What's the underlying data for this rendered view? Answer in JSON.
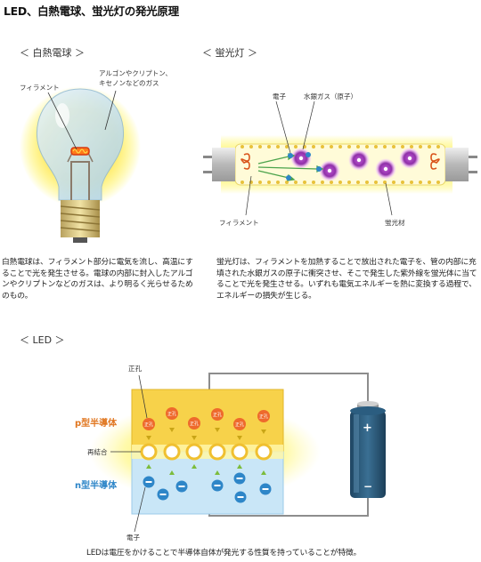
{
  "page_title": "LED、白熱電球、蛍光灯の発光原理",
  "incandescent": {
    "heading": "＜ 白熱電球 ＞",
    "label_filament": "フィラメント",
    "label_gas_line1": "アルゴンやクリプトン、",
    "label_gas_line2": "キセノンなどのガス",
    "description": "白熱電球は、フィラメント部分に電気を流し、高温にすることで光を発生させる。電球の内部に封入したアルゴンやクリプトンなどのガスは、より明るく光らせるためのもの。"
  },
  "fluorescent": {
    "heading": "＜ 蛍光灯 ＞",
    "label_electron": "電子",
    "label_mercury": "水銀ガス（原子）",
    "label_filament": "フィラメント",
    "label_phosphor": "蛍光材",
    "description": "蛍光灯は、フィラメントを加熱することで放出された電子を、管の内部に充填された水銀ガスの原子に衝突させ、そこで発生した紫外線を蛍光体に当てることで光を発生させる。いずれも電気エネルギーを熱に変換する過程で、エネルギーの損失が生じる。"
  },
  "led": {
    "heading": "＜ LED ＞",
    "label_hole": "正孔",
    "label_p_type": "p型半導体",
    "label_recombination": "再結合",
    "label_n_type": "n型半導体",
    "label_electron": "電子",
    "hole_symbol": "正孔",
    "battery_plus": "+",
    "battery_minus": "−",
    "caption": "LEDは電圧をかけることで半導体自体が発光する性質を持っていることが特徴。"
  },
  "colors": {
    "p_type": "#f7d24a",
    "n_type": "#c9e6f7",
    "hole": "#ee6a2c",
    "electron": "#2e86c8",
    "mercury": "#9b3fb0",
    "battery": "#2c5a7a",
    "glow": "#fff200"
  }
}
